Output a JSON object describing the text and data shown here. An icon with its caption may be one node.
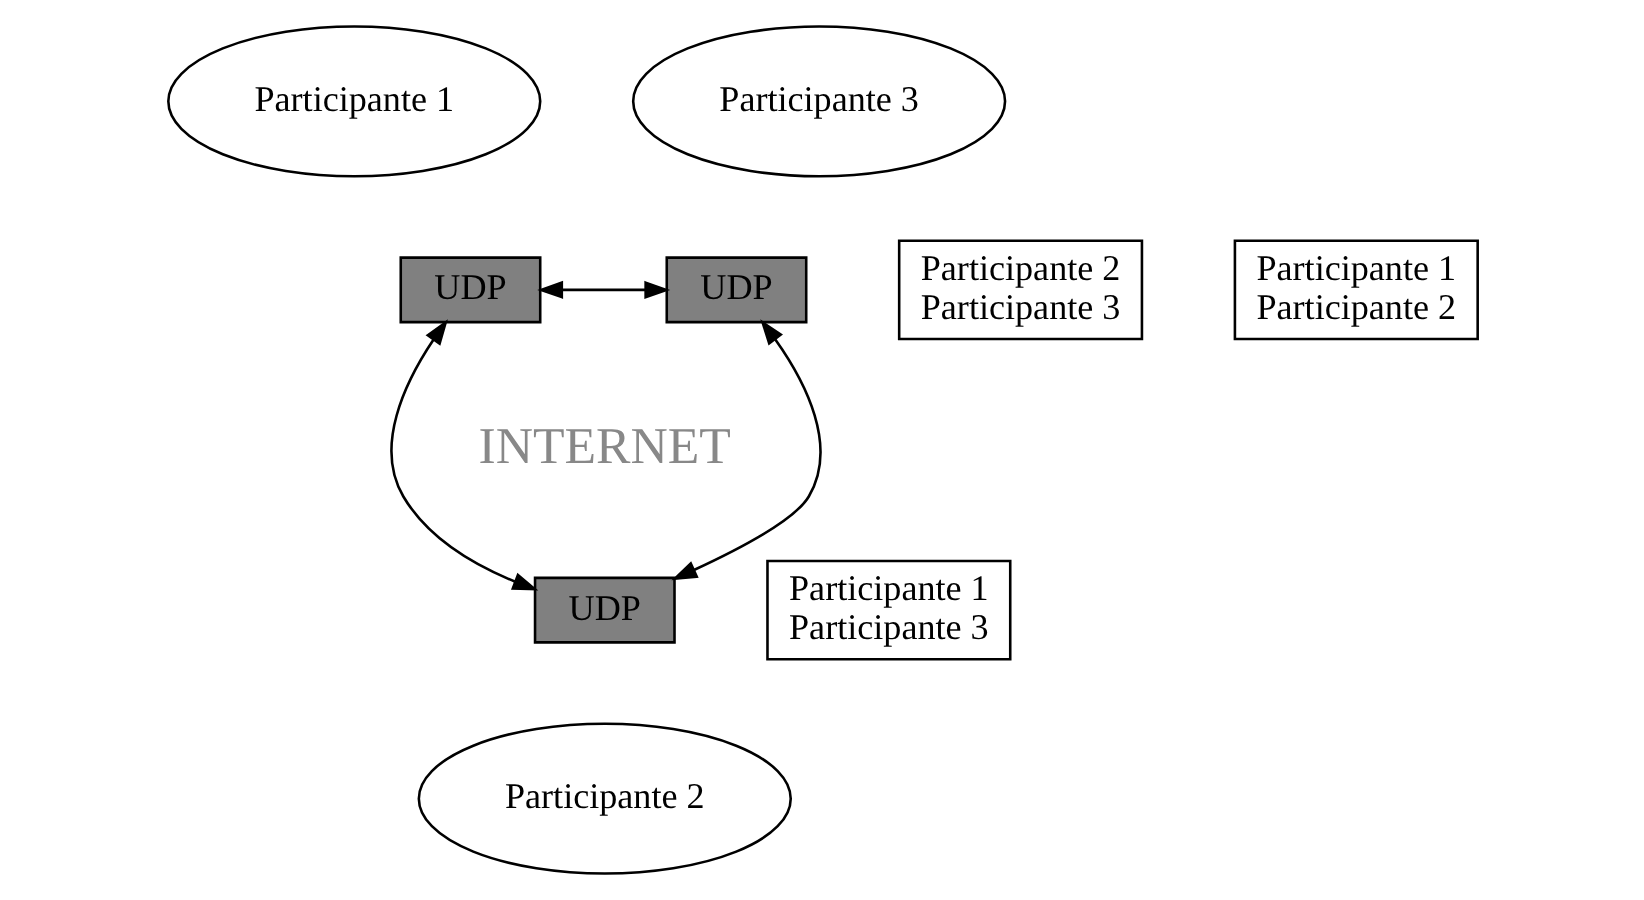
{
  "diagram": {
    "nodes": [
      {
        "text": [
          "Participante 1"
        ]
      },
      {
        "text": [
          "Participante 3"
        ]
      },
      {
        "text": [
          "Participante 2",
          "Participante 3"
        ]
      },
      {
        "text": [
          "UDP"
        ]
      },
      {
        "text": [
          "UDP"
        ]
      },
      {
        "text": [
          "Participante 1",
          "Participante 2"
        ]
      },
      {
        "text": [
          "UDP"
        ]
      },
      {
        "text": [
          "Participante 1",
          "Participante 3"
        ]
      },
      {
        "text": [
          "Participante 2"
        ]
      }
    ],
    "edges": [
      {
        "from": 3,
        "to": 4,
        "arrow": "both"
      },
      {
        "from": 3,
        "to": 6,
        "arrow": "both"
      },
      {
        "from": 4,
        "to": 6,
        "arrow": "both"
      }
    ],
    "labels": [
      "INTERNET"
    ]
  }
}
